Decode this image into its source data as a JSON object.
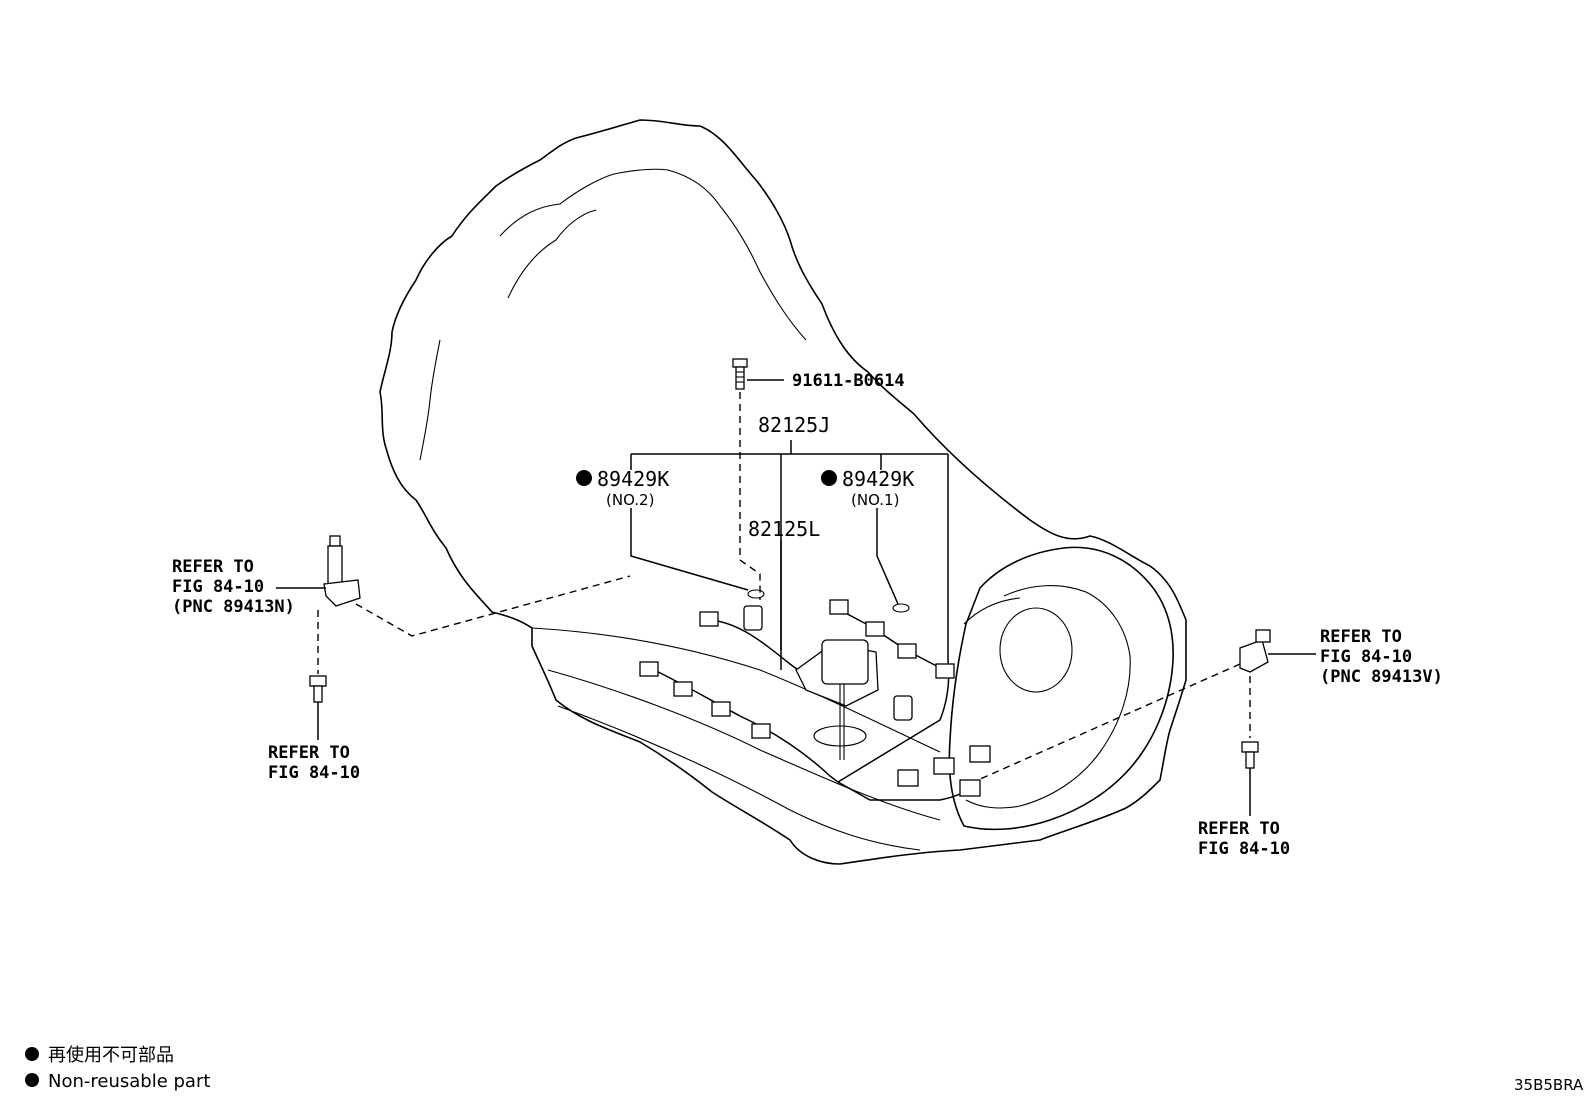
{
  "callouts": {
    "bolt_top": "91611-B0614",
    "harness_j": "82125J",
    "harness_l": "82125L",
    "oring_no2_part": "89429K",
    "oring_no2_sub": "(NO.2)",
    "oring_no1_part": "89429K",
    "oring_no1_sub": "(NO.1)"
  },
  "references": {
    "left_sensor": [
      "REFER TO",
      "FIG 84-10",
      "(PNC 89413N)"
    ],
    "left_bolt": [
      "REFER TO",
      "FIG 84-10"
    ],
    "right_sensor": [
      "REFER TO",
      "FIG 84-10",
      "(PNC 89413V)"
    ],
    "right_bolt": [
      "REFER TO",
      "FIG 84-10"
    ]
  },
  "legend": {
    "line1": "再使用不可部品",
    "line2": "Non-reusable part"
  },
  "diagram_code": "35B5BRA",
  "colors": {
    "ink": "#000000",
    "paper": "#ffffff"
  }
}
